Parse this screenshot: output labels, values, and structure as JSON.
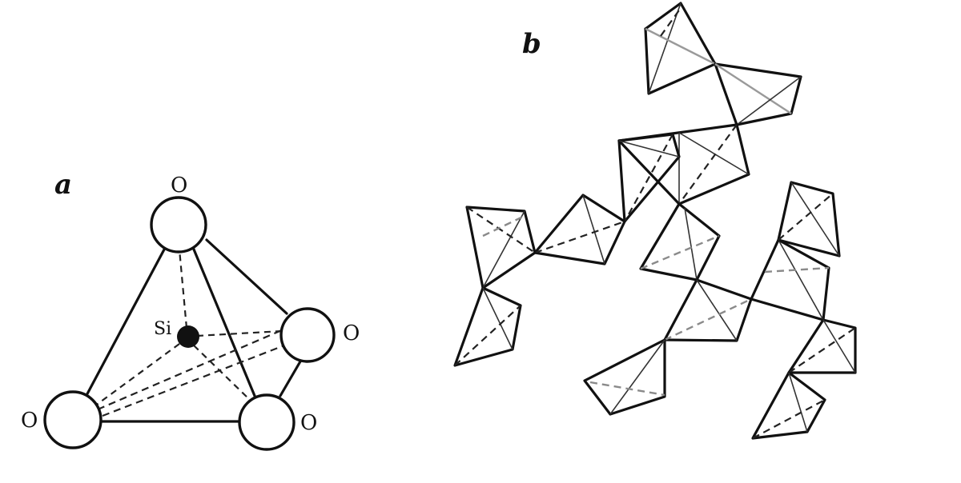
{
  "panels": {
    "a": {
      "label": "a",
      "atoms": {
        "top_o": "O",
        "right_o": "O",
        "bottom_left_o": "O",
        "bottom_right_o": "O",
        "center_si": "Si"
      }
    },
    "b": {
      "label": "b"
    }
  }
}
